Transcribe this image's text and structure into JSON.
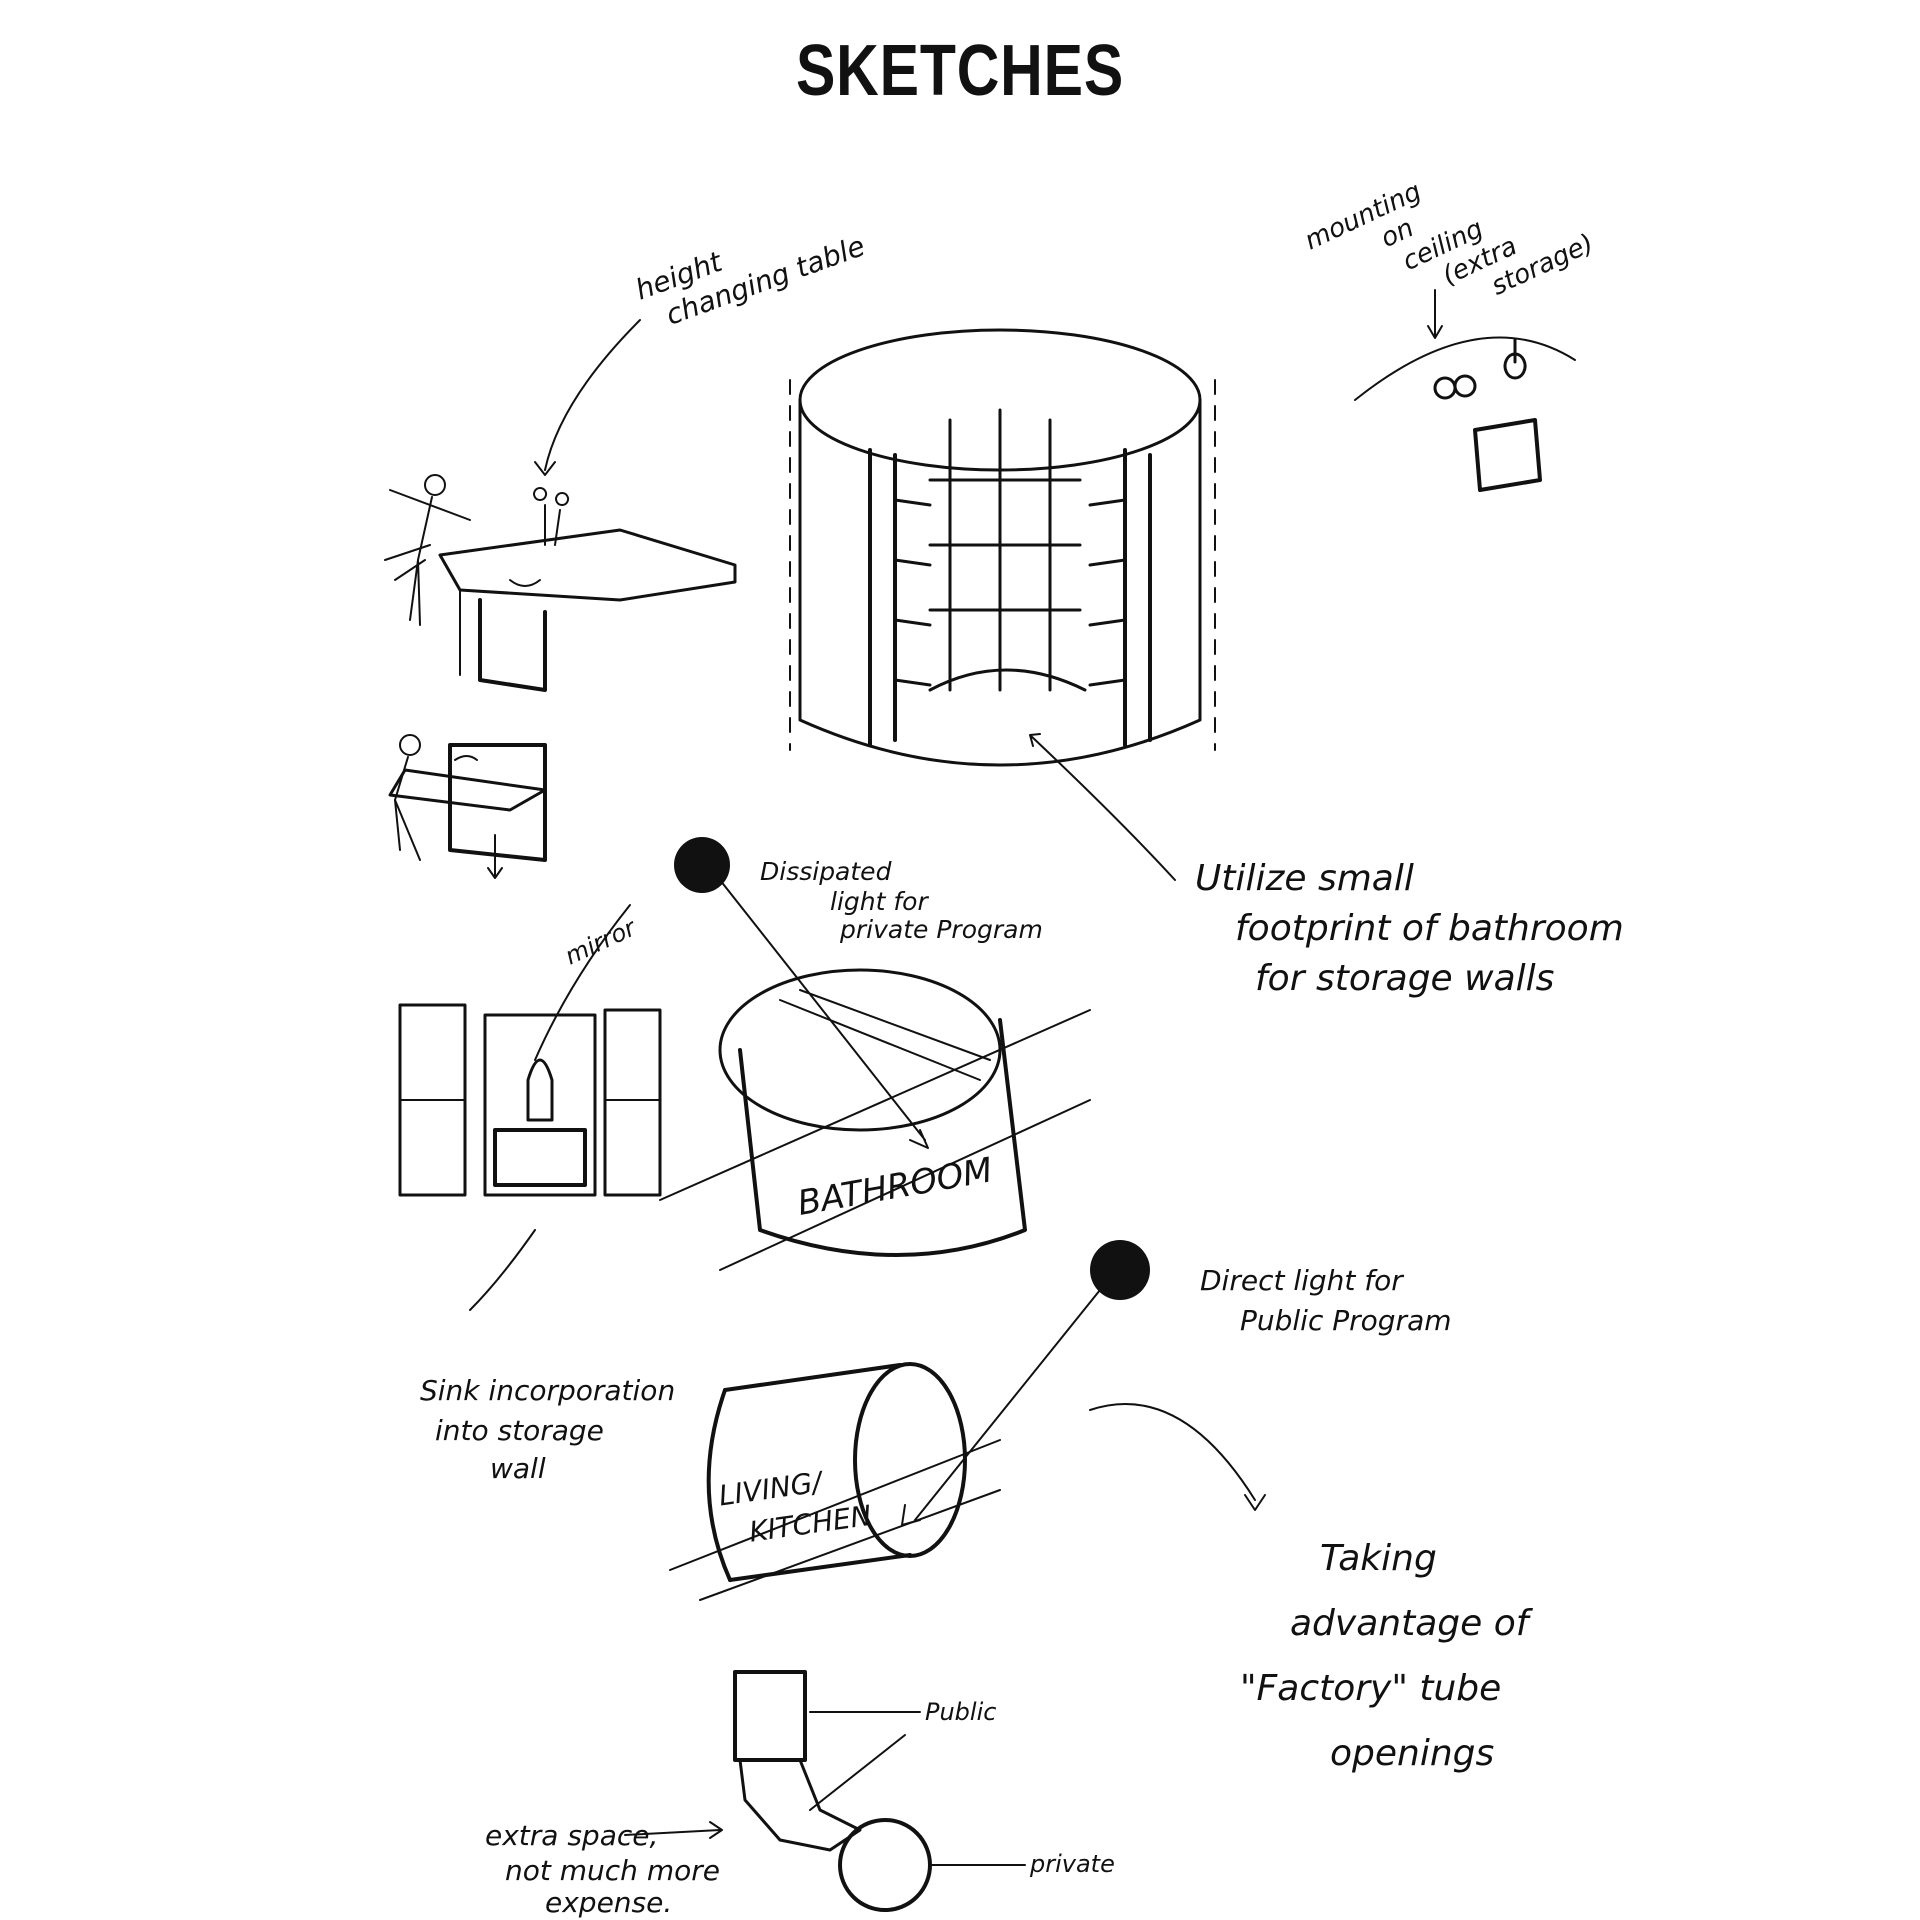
{
  "title": "SKETCHES",
  "annotations": {
    "height_table": [
      "height",
      "changing table"
    ],
    "ceiling": [
      "mounting",
      "on",
      "ceiling",
      "(extra",
      "storage)"
    ],
    "utilize": [
      "Utilize small",
      "footprint of bathroom",
      "for storage walls"
    ],
    "dissipated": [
      "Dissipated",
      "light for",
      "private Program"
    ],
    "mirror": "mirror",
    "bathroom": "BATHROOM",
    "sink": [
      "Sink incorporation",
      "into storage",
      "wall"
    ],
    "direct": [
      "Direct light for",
      "Public Program"
    ],
    "living": [
      "LIVING/",
      "KITCHEN"
    ],
    "factory": [
      "Taking",
      "advantage of",
      "\"Factory\" tube",
      "openings"
    ],
    "public": "Public",
    "private": "private",
    "extra": [
      "extra space,",
      "not much more",
      "expense."
    ]
  }
}
